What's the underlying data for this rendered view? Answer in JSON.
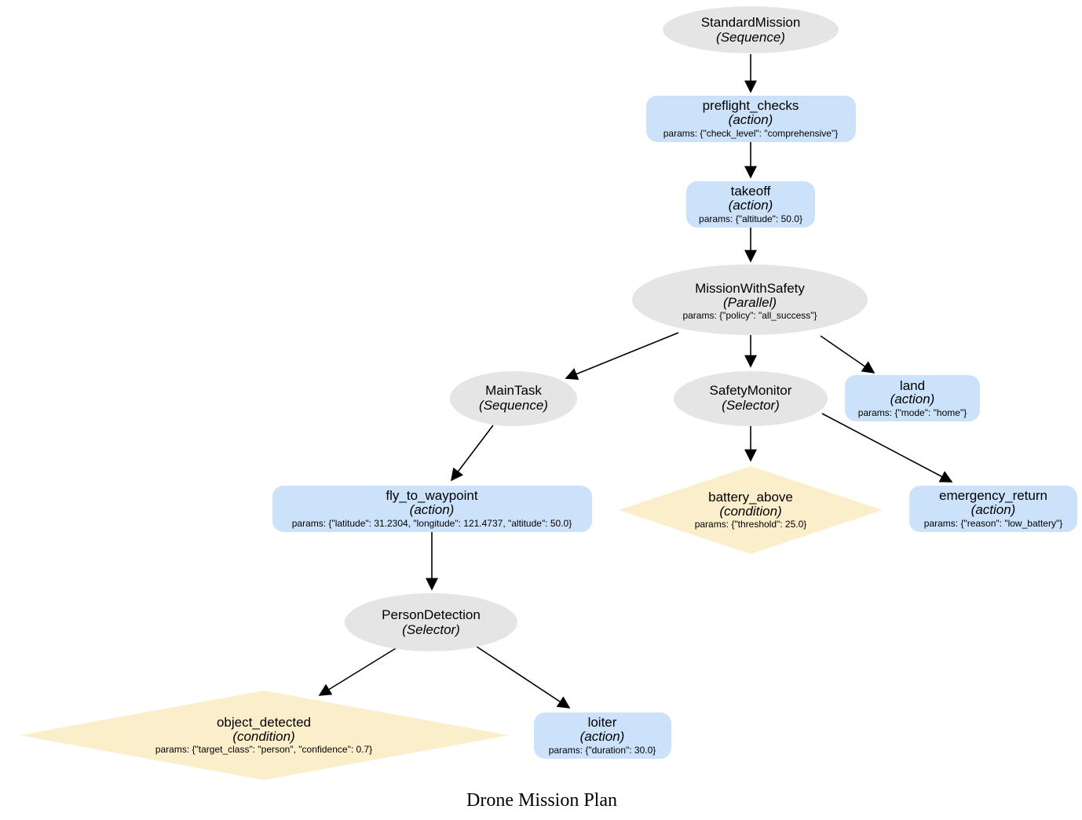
{
  "diagram_title": "Drone Mission Plan",
  "colors": {
    "composite_fill": "#e5e5e5",
    "action_fill": "#cce2fa",
    "condition_fill": "#fbeecb",
    "edge": "#000000",
    "text": "#000000",
    "background": "#ffffff"
  },
  "nodes": {
    "standard_mission": {
      "label": "StandardMission",
      "type": "(Sequence)",
      "shape": "ellipse"
    },
    "preflight_checks": {
      "label": "preflight_checks",
      "type": "(action)",
      "shape": "box",
      "params": "params: {\"check_level\": \"comprehensive\"}"
    },
    "takeoff": {
      "label": "takeoff",
      "type": "(action)",
      "shape": "box",
      "params": "params: {\"altitude\": 50.0}"
    },
    "mission_with_safety": {
      "label": "MissionWithSafety",
      "type": "(Parallel)",
      "shape": "ellipse",
      "params": "params: {\"policy\": \"all_success\"}"
    },
    "main_task": {
      "label": "MainTask",
      "type": "(Sequence)",
      "shape": "ellipse"
    },
    "safety_monitor": {
      "label": "SafetyMonitor",
      "type": "(Selector)",
      "shape": "ellipse"
    },
    "land": {
      "label": "land",
      "type": "(action)",
      "shape": "box",
      "params": "params: {\"mode\": \"home\"}"
    },
    "fly_to_waypoint": {
      "label": "fly_to_waypoint",
      "type": "(action)",
      "shape": "box",
      "params": "params: {\"latitude\": 31.2304, \"longitude\": 121.4737, \"altitude\": 50.0}"
    },
    "battery_above": {
      "label": "battery_above",
      "type": "(condition)",
      "shape": "diamond",
      "params": "params: {\"threshold\": 25.0}"
    },
    "emergency_return": {
      "label": "emergency_return",
      "type": "(action)",
      "shape": "box",
      "params": "params: {\"reason\": \"low_battery\"}"
    },
    "person_detection": {
      "label": "PersonDetection",
      "type": "(Selector)",
      "shape": "ellipse"
    },
    "object_detected": {
      "label": "object_detected",
      "type": "(condition)",
      "shape": "diamond",
      "params": "params: {\"target_class\": \"person\", \"confidence\": 0.7}"
    },
    "loiter": {
      "label": "loiter",
      "type": "(action)",
      "shape": "box",
      "params": "params: {\"duration\": 30.0}"
    }
  },
  "edges": [
    {
      "from": "standard_mission",
      "to": "preflight_checks"
    },
    {
      "from": "preflight_checks",
      "to": "takeoff"
    },
    {
      "from": "takeoff",
      "to": "mission_with_safety"
    },
    {
      "from": "mission_with_safety",
      "to": "main_task"
    },
    {
      "from": "mission_with_safety",
      "to": "safety_monitor"
    },
    {
      "from": "mission_with_safety",
      "to": "land"
    },
    {
      "from": "main_task",
      "to": "fly_to_waypoint"
    },
    {
      "from": "safety_monitor",
      "to": "battery_above"
    },
    {
      "from": "safety_monitor",
      "to": "emergency_return"
    },
    {
      "from": "fly_to_waypoint",
      "to": "person_detection"
    },
    {
      "from": "person_detection",
      "to": "object_detected"
    },
    {
      "from": "person_detection",
      "to": "loiter"
    }
  ]
}
